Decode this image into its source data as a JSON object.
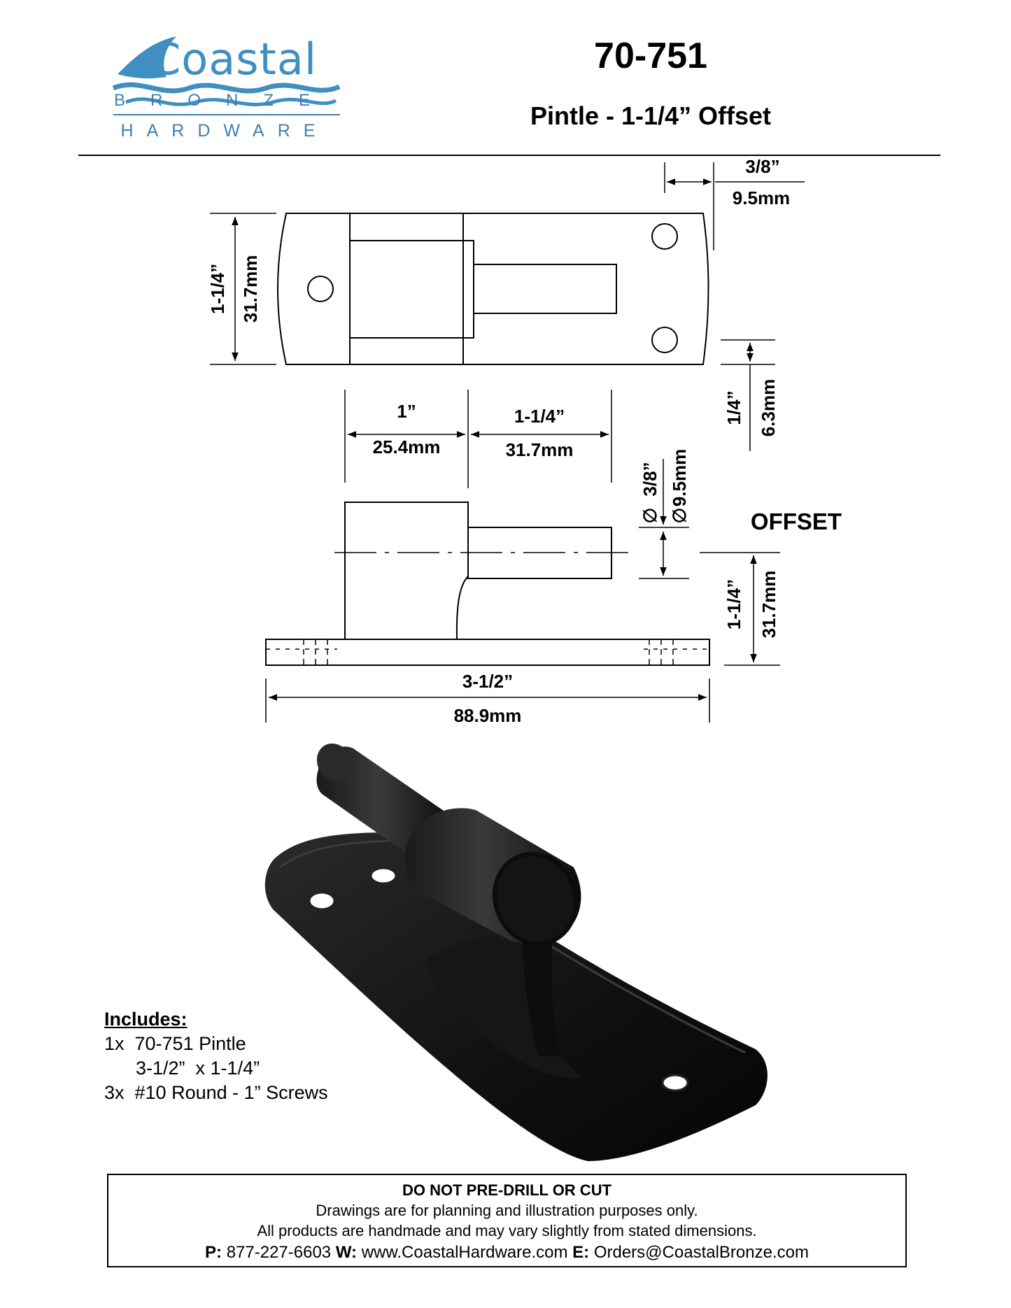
{
  "brand": {
    "wordmark": "Coastal",
    "line1": "BRONZE",
    "line2": "HARDWARE",
    "color": "#3f8fc0"
  },
  "header": {
    "part_number": "70-751",
    "title": "Pintle - 1-1/4” Offset"
  },
  "drawing": {
    "top_view": {
      "height_in": "1-1/4”",
      "height_mm": "31.7mm",
      "edge_in": "3/8”",
      "edge_mm": "9.5mm",
      "hole_in": "1/4”",
      "hole_mm": "6.3mm"
    },
    "side_view": {
      "knuckle_in": "1”",
      "knuckle_mm": "25.4mm",
      "pin_in": "1-1/4”",
      "pin_mm": "31.7mm",
      "pin_dia_in": "3/8”",
      "pin_dia_mm": "9.5mm",
      "offset_label": "OFFSET",
      "offset_in": "1-1/4”",
      "offset_mm": "31.7mm",
      "length_in": "3-1/2”",
      "length_mm": "88.9mm"
    },
    "diameter_symbol": "∅"
  },
  "includes": {
    "title": "Includes:",
    "items": [
      "1x  70-751 Pintle",
      "      3-1/2”  x 1-1/4”",
      "3x  #10 Round - 1” Screws"
    ]
  },
  "notice": {
    "heading": "DO NOT PRE-DRILL OR CUT",
    "line1": "Drawings are for planning and illustration purposes only.",
    "line2": "All products are handmade and may vary slightly from stated dimensions.",
    "phone_label": "P:",
    "phone": "877-227-6603",
    "web_label": "W:",
    "web": "www.CoastalHardware.com",
    "email_label": "E:",
    "email": "Orders@CoastalBronze.com"
  }
}
